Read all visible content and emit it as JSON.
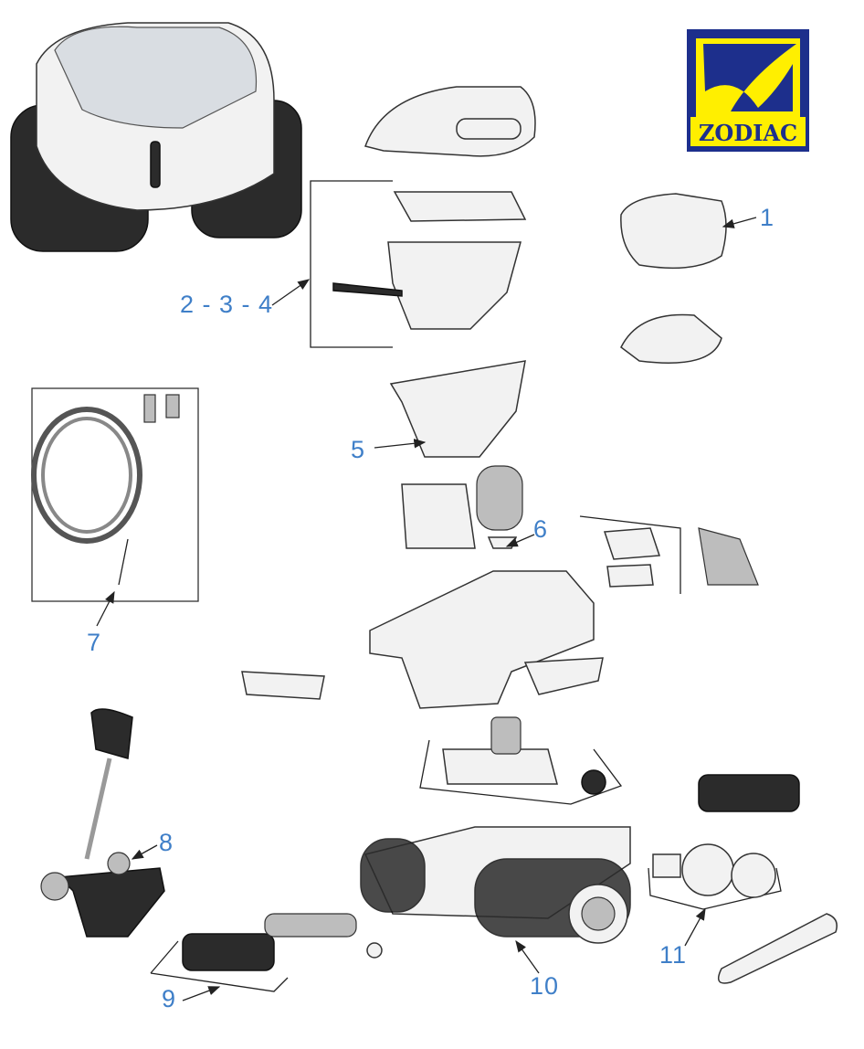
{
  "logo": {
    "text": "ZODIAC",
    "colors": {
      "blue": "#1d2f8c",
      "yellow": "#ffef00"
    }
  },
  "label_color": "#3f7fc8",
  "callouts": [
    "1",
    "2 - 3 - 4",
    "5",
    "6",
    "7",
    "8",
    "9",
    "10",
    "11"
  ]
}
